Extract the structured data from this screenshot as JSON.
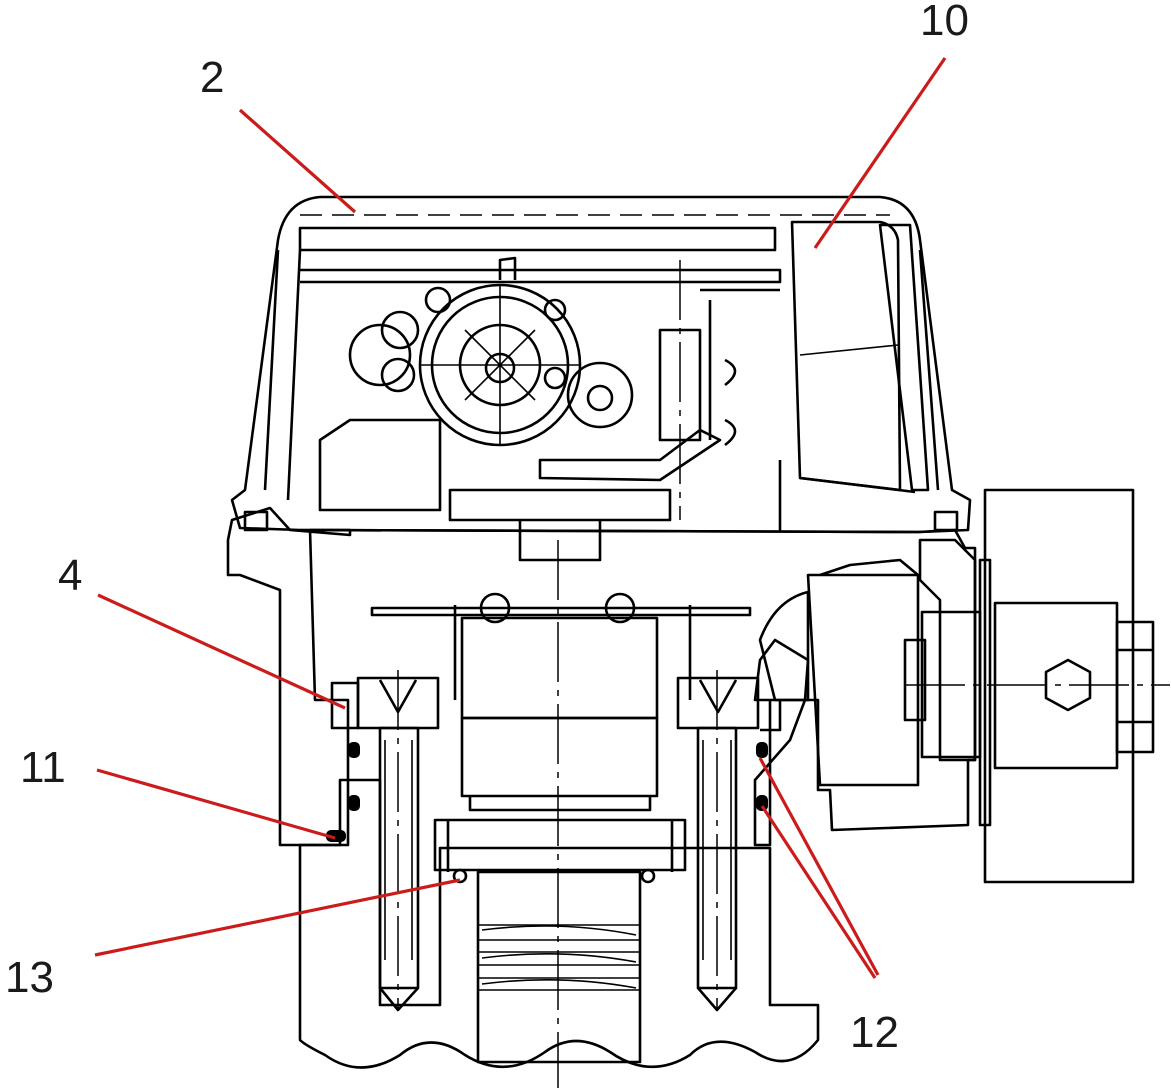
{
  "figure": {
    "leader_color": "#cc1b1b",
    "labels": [
      {
        "id": "2",
        "text": "2"
      },
      {
        "id": "10",
        "text": "10"
      },
      {
        "id": "4",
        "text": "4"
      },
      {
        "id": "11",
        "text": "11"
      },
      {
        "id": "13",
        "text": "13"
      },
      {
        "id": "12",
        "text": "12"
      }
    ]
  }
}
